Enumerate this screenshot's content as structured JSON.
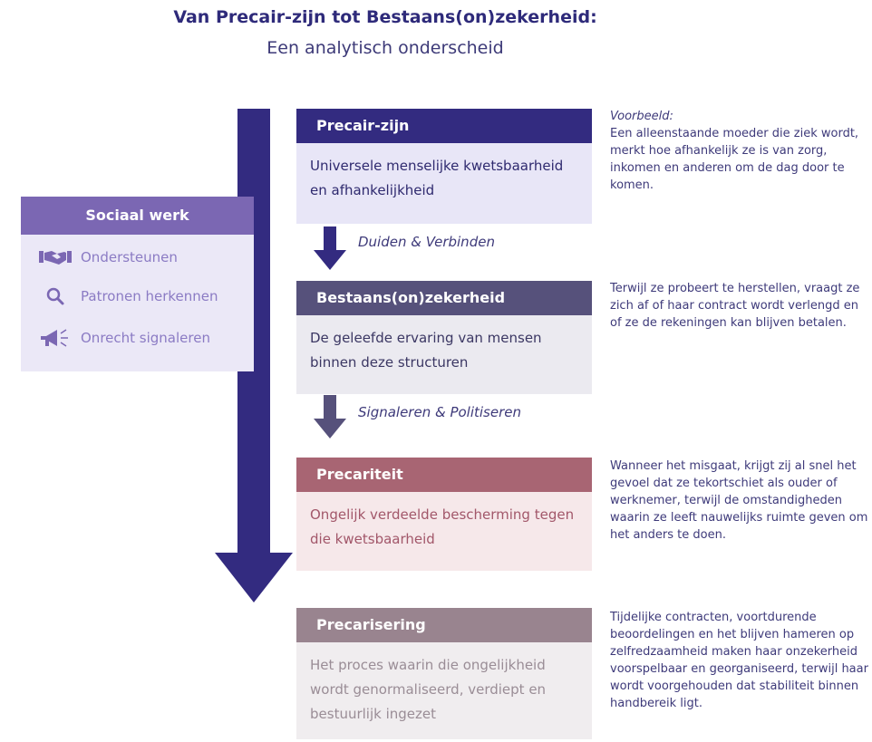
{
  "title": "Van Precair-zijn tot Bestaans(on)zekerheid:",
  "subtitle": "Een analytisch onderscheid",
  "social_work": {
    "title": "Sociaal werk",
    "items": [
      {
        "label": "Ondersteunen",
        "icon": "handshake-icon"
      },
      {
        "label": "Patronen herkennen",
        "icon": "magnifier-icon"
      },
      {
        "label": "Onrecht signaleren",
        "icon": "megaphone-icon"
      }
    ]
  },
  "boxes": [
    {
      "title": "Precair-zijn",
      "text": "Universele menselijke kwetsbaarheid en afhankelijkheid",
      "color": "#332b80",
      "fill": "#e8e6f7",
      "text_color": "#2f2a6f"
    },
    {
      "title": "Bestaans(on)zekerheid",
      "text": "De geleefde ervaring van mensen binnen deze structuren",
      "color": "#56517b",
      "fill": "#ebeaf0",
      "text_color": "#3b3763"
    },
    {
      "title": "Precariteit",
      "text": "Ongelijk verdeelde bescherming tegen die kwetsbaarheid",
      "color": "#a86573",
      "fill": "#f6e8ea",
      "text_color": "#a2576a"
    },
    {
      "title": "Precarisering",
      "text": "Het proces waarin die ongelijkheid wordt genormaliseerd, verdiept en bestuurlijk ingezet",
      "color": "#99848f",
      "fill": "#f0edef",
      "text_color": "#9a8d96"
    }
  ],
  "arrow_labels": [
    "Duiden & Verbinden",
    "Signaleren & Politiseren"
  ],
  "examples": {
    "label": "Voorbeeld:",
    "texts": [
      "Een alleenstaande moeder die ziek wordt, merkt hoe afhankelijk ze is van zorg, inkomen en anderen om de dag door te komen.",
      "Terwijl ze probeert te herstellen, vraagt ze zich af of haar contract wordt verlengd en of ze de rekeningen kan blijven betalen.",
      "Wanneer het misgaat, krijgt zij al snel het gevoel dat ze tekortschiet als ouder of werknemer, terwijl de omstandigheden waarin ze leeft nauwelijks ruimte geven om het anders te doen.",
      "Tijdelijke contracten, voortdurende beoordelingen en het blijven hameren op zelfredzaamheid maken haar onzekerheid voorspelbaar en georganiseerd, terwijl haar wordt voorgehouden dat stabiliteit binnen handbereik ligt."
    ]
  },
  "colors": {
    "big_arrow": "#332b80",
    "small_arrow_1": "#332b80",
    "small_arrow_2": "#56517b"
  }
}
